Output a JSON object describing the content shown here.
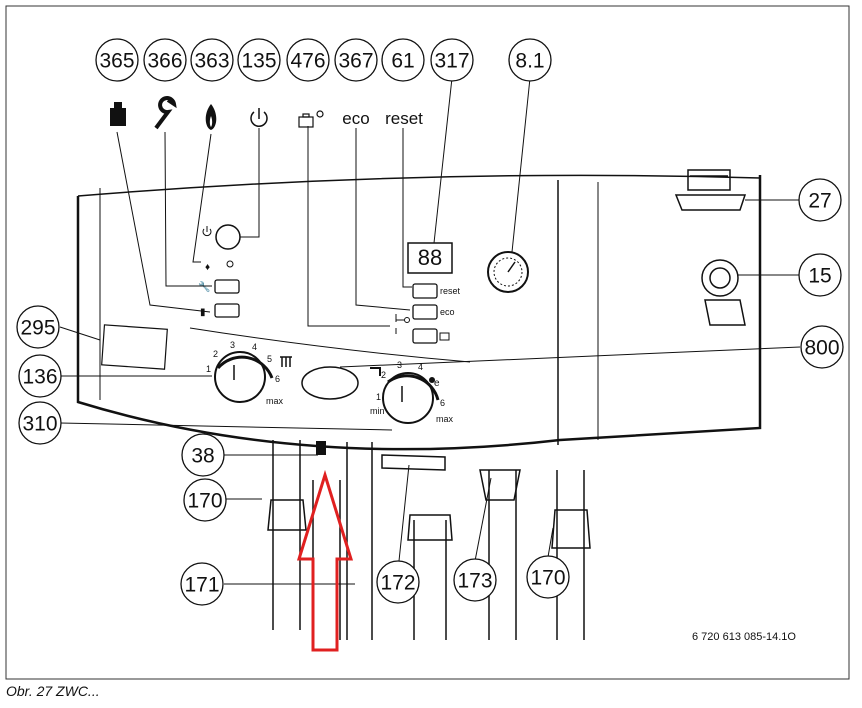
{
  "callouts": [
    {
      "id": "365",
      "label": "365"
    },
    {
      "id": "366",
      "label": "366"
    },
    {
      "id": "363",
      "label": "363"
    },
    {
      "id": "135",
      "label": "135"
    },
    {
      "id": "476",
      "label": "476"
    },
    {
      "id": "367",
      "label": "367"
    },
    {
      "id": "61",
      "label": "61"
    },
    {
      "id": "317",
      "label": "317"
    },
    {
      "id": "8.1",
      "label": "8.1"
    },
    {
      "id": "27",
      "label": "27"
    },
    {
      "id": "15",
      "label": "15"
    },
    {
      "id": "295",
      "label": "295"
    },
    {
      "id": "800",
      "label": "800"
    },
    {
      "id": "136",
      "label": "136"
    },
    {
      "id": "310",
      "label": "310"
    },
    {
      "id": "38",
      "label": "38"
    },
    {
      "id": "170a",
      "label": "170"
    },
    {
      "id": "171",
      "label": "171"
    },
    {
      "id": "172",
      "label": "172"
    },
    {
      "id": "173",
      "label": "173"
    },
    {
      "id": "170b",
      "label": "170"
    }
  ],
  "top_labels": {
    "eco": "eco",
    "reset": "reset"
  },
  "panel_labels": {
    "reset": "reset",
    "eco": "eco"
  },
  "display": {
    "digits": "88"
  },
  "heating_dial": {
    "ticks": [
      "1",
      "2",
      "3",
      "4",
      "5",
      "6"
    ],
    "max": "max"
  },
  "water_dial": {
    "ticks": [
      "1",
      "2",
      "3",
      "4",
      "6"
    ],
    "e": "e",
    "min": "min",
    "max": "max"
  },
  "doc_code": "6 720 613 085-14.1O",
  "caption": "Obr. 27  ZWC..."
}
